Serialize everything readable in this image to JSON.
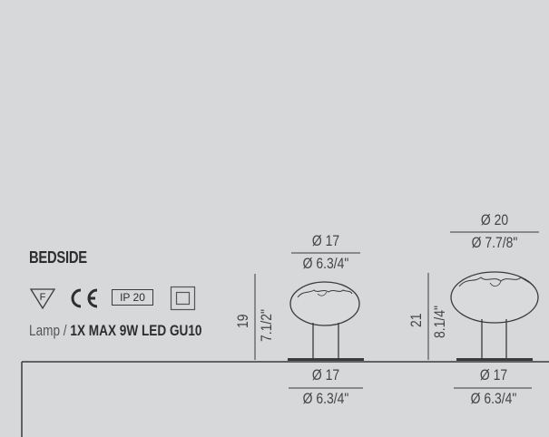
{
  "product": {
    "title": "BEDSIDE",
    "certifications": {
      "f_mark": "F",
      "ce_mark": "CE",
      "ip_rating": "IP 20",
      "icons": [
        "f-mark-icon",
        "ce-mark-icon",
        "ip-rating-badge",
        "class-ii-icon"
      ]
    },
    "spec_prefix": "Lamp /",
    "spec_value": "1X MAX 9W LED GU10"
  },
  "small_lamp": {
    "top_diameter_cm": "Ø 17",
    "top_diameter_in": "Ø 6.3/4\"",
    "height_cm": "19",
    "height_in": "7.1/2\"",
    "base_diameter_cm": "Ø 17",
    "base_diameter_in": "Ø 6.3/4\""
  },
  "large_lamp": {
    "top_diameter_cm": "Ø 20",
    "top_diameter_in": "Ø 7.7/8\"",
    "height_cm": "21",
    "height_in": "8.1/4\"",
    "base_diameter_cm": "Ø 17",
    "base_diameter_in": "Ø 6.3/4\""
  },
  "colors": {
    "background": "#d7d8d9",
    "line": "#3a3a3a"
  }
}
